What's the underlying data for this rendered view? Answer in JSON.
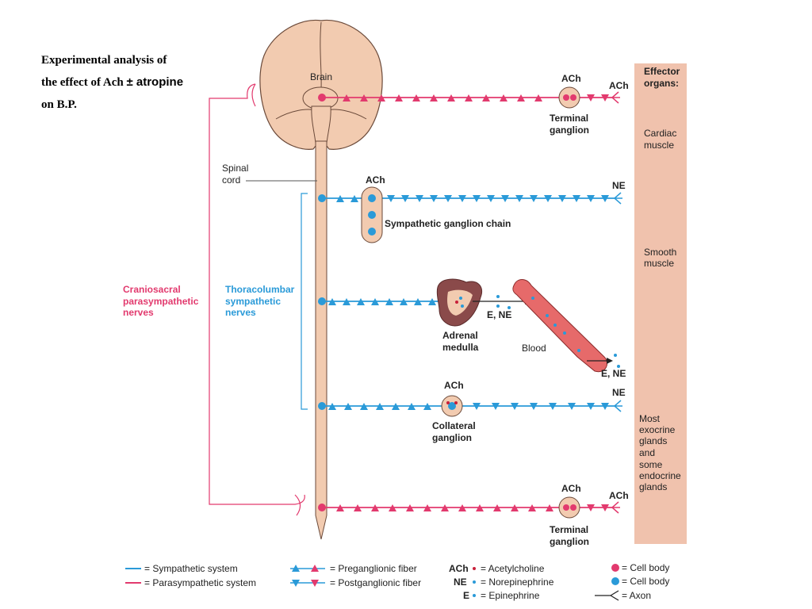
{
  "title": {
    "line1": "Experimental analysis of",
    "line2": "the effect of Ach",
    "line2b": "± atropine",
    "line3": "on B.P."
  },
  "colors": {
    "sympathetic": "#2a9ad8",
    "parasympathetic": "#e23a6e",
    "tissue": "#f2cbb0",
    "effector_band": "#f0c2ad",
    "adrenal": "#8a4a4a",
    "blood_vessel": "#e66a6a"
  },
  "diagram": {
    "brain": "Brain",
    "spinal_cord": [
      "Spinal",
      "cord"
    ],
    "terminal_ganglion": [
      "Terminal",
      "ganglion"
    ],
    "ach": "ACh",
    "ne": "NE",
    "sympathetic_chain": "Sympathetic ganglion chain",
    "adrenal_medulla": [
      "Adrenal",
      "medulla"
    ],
    "e_ne": "E, NE",
    "blood": "Blood",
    "collateral_ganglion": [
      "Collateral",
      "ganglion"
    ],
    "craniosacral": [
      "Craniosacral",
      "parasympathetic",
      "nerves"
    ],
    "thoracolumbar": [
      "Thoracolumbar",
      "sympathetic",
      "nerves"
    ]
  },
  "effectors": {
    "heading": [
      "Effector",
      "organs:"
    ],
    "cardiac": [
      "Cardiac",
      "muscle"
    ],
    "smooth": [
      "Smooth",
      "muscle"
    ],
    "glands": [
      "Most",
      "exocrine",
      "glands",
      "and",
      "some",
      "endocrine",
      "glands"
    ]
  },
  "legend": {
    "sympathetic_system": "= Sympathetic system",
    "parasympathetic_system": "= Parasympathetic system",
    "preganglionic": "= Preganglionic fiber",
    "postganglionic": "= Postganglionic fiber",
    "ach_abbr": "ACh",
    "ach_def": "= Acetylcholine",
    "ne_abbr": "NE",
    "ne_def": "= Norepinephrine",
    "e_abbr": "E",
    "e_def": "= Epinephrine",
    "cell_body": "= Cell body",
    "axon": "= Axon"
  }
}
